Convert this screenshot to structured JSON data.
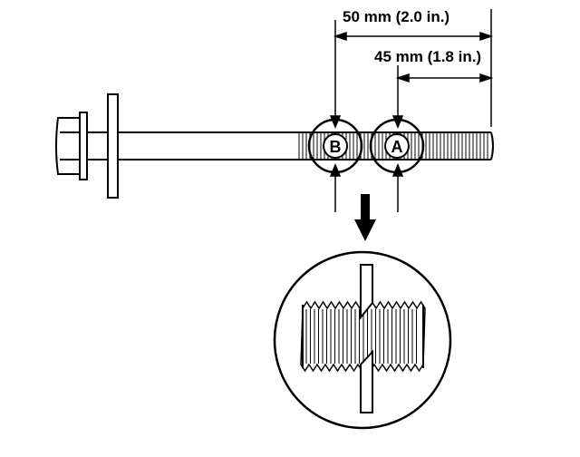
{
  "dimensions": {
    "overall": "50 mm (2.0 in.)",
    "thread": "45 mm (1.8 in.)"
  },
  "markers": {
    "a": "A",
    "b": "B"
  },
  "colors": {
    "line": "#000000",
    "background": "#ffffff"
  }
}
